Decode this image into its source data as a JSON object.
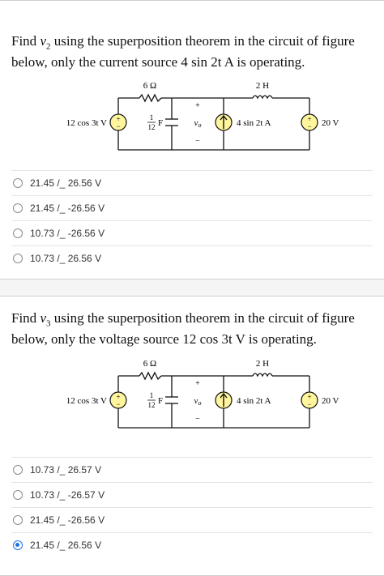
{
  "questions": [
    {
      "prefix": "Find ",
      "variable": "v",
      "subscript": "2",
      "text": " using the superposition theorem in the circuit of figure below, only the current source 4 sin 2t A is operating.",
      "circuit": {
        "resistor": "6 Ω",
        "inductor": "2 H",
        "left_source": "12 cos 3t V",
        "capacitor": "F",
        "vo": "v",
        "vo_sub": "o",
        "current_source": "4 sin 2t A",
        "right_source": "20 V"
      },
      "options": [
        {
          "label": "21.45 /_ 26.56 V",
          "selected": false
        },
        {
          "label": "21.45 /_ -26.56 V",
          "selected": false
        },
        {
          "label": "10.73 /_ -26.56 V",
          "selected": false
        },
        {
          "label": "10.73 /_ 26.56 V",
          "selected": false
        }
      ]
    },
    {
      "prefix": "Find ",
      "variable": "v",
      "subscript": "3",
      "text": " using the superposition theorem in the circuit of figure below, only the voltage source 12 cos 3t V is operating.",
      "circuit": {
        "resistor": "6 Ω",
        "inductor": "2 H",
        "left_source": "12 cos 3t V",
        "capacitor": "F",
        "vo": "v",
        "vo_sub": "o",
        "current_source": "4 sin 2t A",
        "right_source": "20 V"
      },
      "options": [
        {
          "label": "10.73 /_ 26.57 V",
          "selected": false
        },
        {
          "label": "10.73 /_ -26.57 V",
          "selected": false
        },
        {
          "label": "21.45 /_ -26.56 V",
          "selected": false
        },
        {
          "label": "21.45 /_ 26.56 V",
          "selected": true
        }
      ]
    }
  ],
  "colors": {
    "accent": "#1a73e8",
    "source_fill": "#fff59d",
    "wire": "#111111"
  }
}
